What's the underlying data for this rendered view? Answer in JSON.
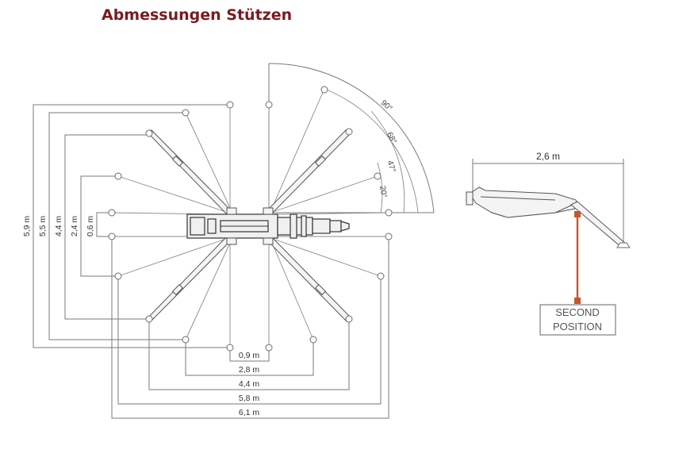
{
  "title": "Abmessungen Stützen",
  "colors": {
    "title": "#7b1a1f",
    "accent": "#c8552a",
    "line": "#7a7a7a"
  },
  "angles": [
    "90°",
    "68°",
    "47°",
    "20°"
  ],
  "heights": [
    "5,9 m",
    "5,5 m",
    "4,4 m",
    "2,4 m",
    "0,6 m"
  ],
  "widths": [
    "0,9 m",
    "2,8 m",
    "4,4 m",
    "5,8 m",
    "6,1 m"
  ],
  "side_view": {
    "span": "2,6 m",
    "callout_line1": "SECOND",
    "callout_line2": "POSITION"
  }
}
